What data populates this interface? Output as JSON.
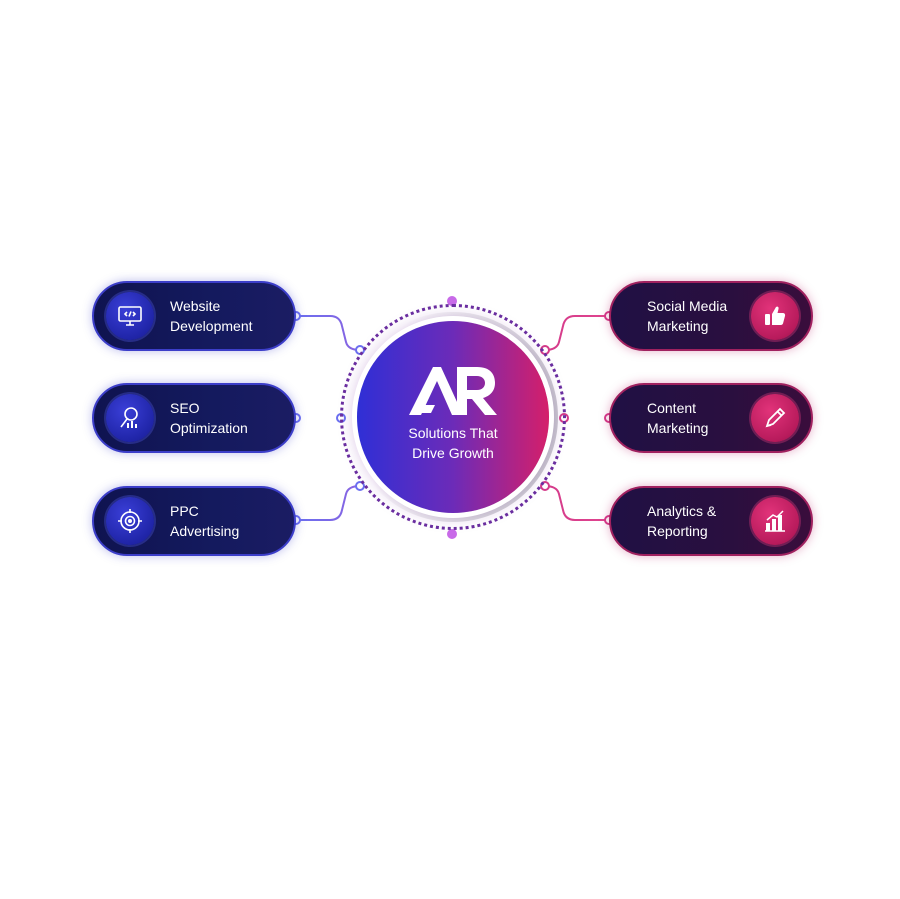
{
  "hub": {
    "logo_text": "AR",
    "tagline": "Solutions That\nDrive Growth"
  },
  "services": {
    "left": [
      {
        "label": "Website\nDevelopment",
        "icon": "monitor-code-icon"
      },
      {
        "label": "SEO\nOptimization",
        "icon": "magnifier-chart-icon"
      },
      {
        "label": "PPC\nAdvertising",
        "icon": "target-icon"
      }
    ],
    "right": [
      {
        "label": "Social Media\nMarketing",
        "icon": "thumbs-up-icon"
      },
      {
        "label": "Content\nMarketing",
        "icon": "pencil-icon"
      },
      {
        "label": "Analytics &\nReporting",
        "icon": "bar-chart-icon"
      }
    ]
  },
  "colors": {
    "left_accent": "#3c3ec9",
    "right_accent": "#a0215f",
    "hub_gradient_start": "#2f2fd6",
    "hub_gradient_end": "#d51f6a"
  }
}
